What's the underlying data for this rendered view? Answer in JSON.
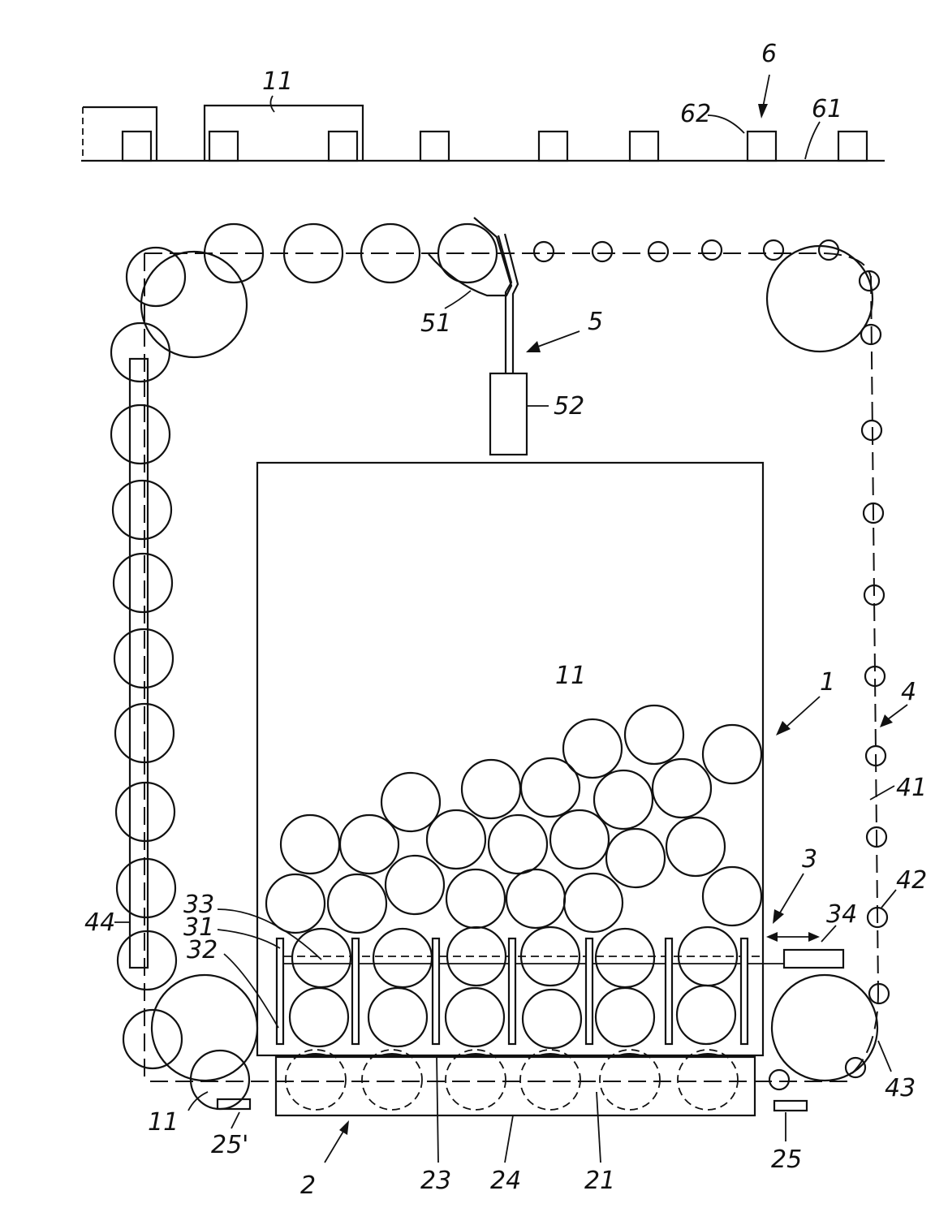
{
  "labels": {
    "l1": "1",
    "l2": "2",
    "l3": "3",
    "l4": "4",
    "l5": "5",
    "l6": "6",
    "l11_top": "11",
    "l11_mid": "11",
    "l11_bot": "11",
    "l21": "21",
    "l23": "23",
    "l24": "24",
    "l25": "25",
    "l25p": "25'",
    "l31": "31",
    "l32": "32",
    "l33": "33",
    "l34": "34",
    "l41": "41",
    "l42": "42",
    "l43": "43",
    "l44": "44",
    "l51": "51",
    "l52": "52",
    "l61": "61",
    "l62": "62"
  }
}
